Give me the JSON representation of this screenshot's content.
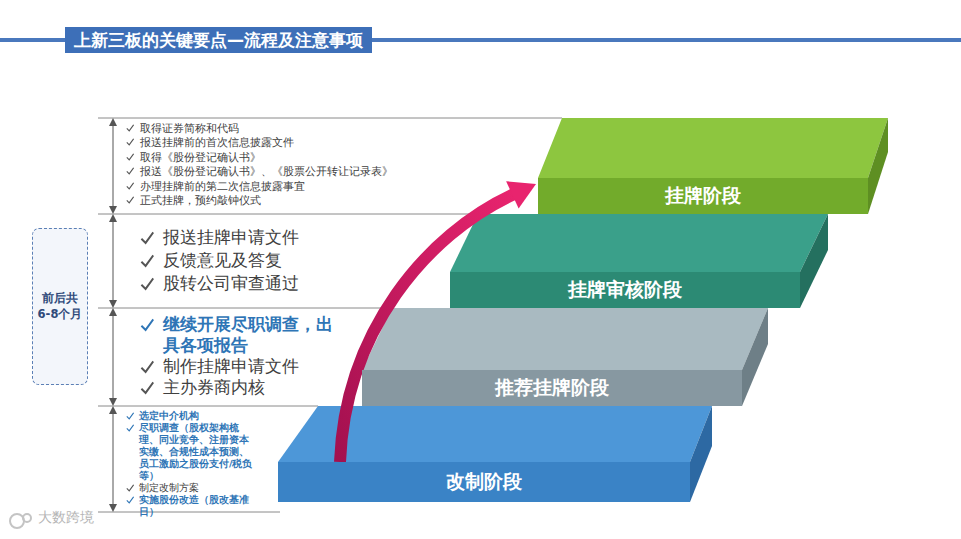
{
  "diagram": {
    "title": "上新三板的关键要点—流程及注意事项",
    "nodes": [
      {
        "text": [
          "前后共 6-8个月"
        ]
      },
      {
        "text": [
          "挂牌阶段"
        ]
      },
      {
        "text": [
          "挂牌审核阶段"
        ]
      },
      {
        "text": [
          "推荐挂牌阶段"
        ]
      },
      {
        "text": [
          "改制阶段"
        ]
      }
    ],
    "edges": [
      {
        "from": 4,
        "to": 1,
        "arrow": "to"
      }
    ],
    "labels": [
      "取得证券简称和代码",
      "报送挂牌前的首次信息披露文件",
      "取得《股份登记确认书》",
      "报送《股份登记确认书》、《股票公开转让记录表》",
      "办理挂牌前的第二次信息披露事宜",
      "正式挂牌，预约敲钟仪式",
      "报送挂牌申请文件",
      "反馈意见及答复",
      "股转公司审查通过",
      "继续开展尽职调查，出具各项报告",
      "制作挂牌申请文件",
      "主办券商内核",
      "选定中介机构",
      "尽职调查（股权架构梳理、同业竞争、注册资本实缴、合规性成本预测、员工激励之股份支付/税负等）",
      "制定改制方案",
      "实施股份改造（股改基准日）",
      "大数跨境"
    ]
  }
}
